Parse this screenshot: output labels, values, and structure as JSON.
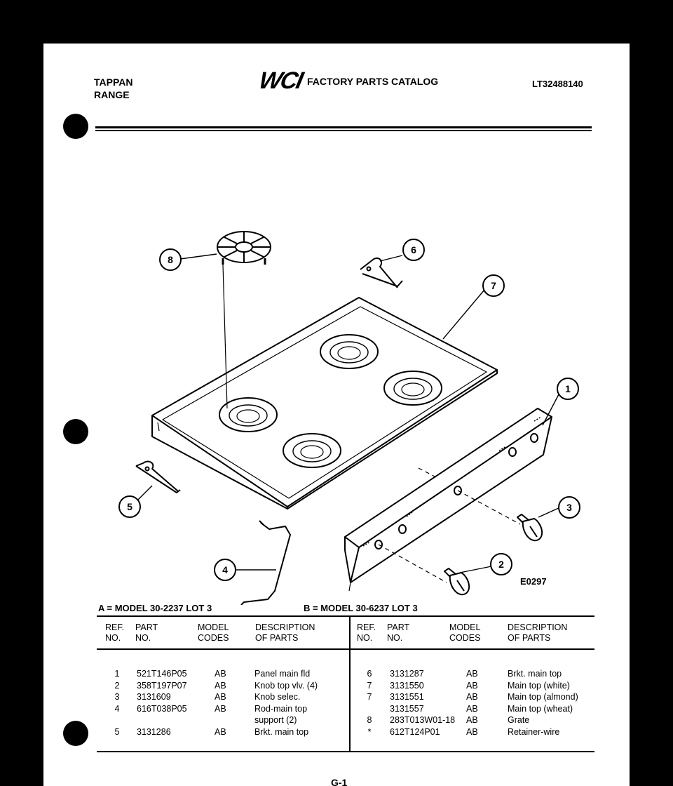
{
  "header": {
    "brand_line1": "TAPPAN",
    "brand_line2": "RANGE",
    "logo_text": "WCI",
    "catalog_title": "FACTORY PARTS CATALOG",
    "catalog_number": "LT32488140"
  },
  "diagram": {
    "callouts": [
      "1",
      "2",
      "3",
      "4",
      "5",
      "6",
      "7",
      "8"
    ],
    "figure_code": "E0297"
  },
  "models": {
    "a": "A = MODEL 30-2237 LOT 3",
    "b": "B = MODEL 30-6237 LOT 3"
  },
  "table_headers": {
    "ref_line1": "REF.",
    "ref_line2": "NO.",
    "part_line1": "PART",
    "part_line2": "NO.",
    "codes_line1": "MODEL",
    "codes_line2": "CODES",
    "desc_line1": "DESCRIPTION",
    "desc_line2": "OF PARTS"
  },
  "left_parts": [
    {
      "ref": "1",
      "part": "521T146P05",
      "codes": "AB",
      "desc": "Panel main fld"
    },
    {
      "ref": "2",
      "part": "358T197P07",
      "codes": "AB",
      "desc": "Knob top vlv. (4)"
    },
    {
      "ref": "3",
      "part": "3131609",
      "codes": "AB",
      "desc": "Knob selec."
    },
    {
      "ref": "4",
      "part": "616T038P05",
      "codes": "AB",
      "desc": "Rod-main top"
    },
    {
      "ref": "",
      "part": "",
      "codes": "",
      "desc": "support (2)"
    },
    {
      "ref": "5",
      "part": "3131286",
      "codes": "AB",
      "desc": "Brkt. main top"
    }
  ],
  "right_parts": [
    {
      "ref": "6",
      "part": "3131287",
      "codes": "AB",
      "desc": "Brkt. main top"
    },
    {
      "ref": "7",
      "part": "3131550",
      "codes": "AB",
      "desc": "Main top (white)"
    },
    {
      "ref": "7",
      "part": "3131551",
      "codes": "AB",
      "desc": "Main top (almond)"
    },
    {
      "ref": "",
      "part": "3131557",
      "codes": "AB",
      "desc": "Main top (wheat)"
    },
    {
      "ref": "8",
      "part": "283T013W01-18",
      "codes": "AB",
      "desc": "Grate"
    },
    {
      "ref": "*",
      "part": "612T124P01",
      "codes": "AB",
      "desc": "Retainer-wire"
    }
  ],
  "footer": {
    "page_number": "G-1"
  }
}
